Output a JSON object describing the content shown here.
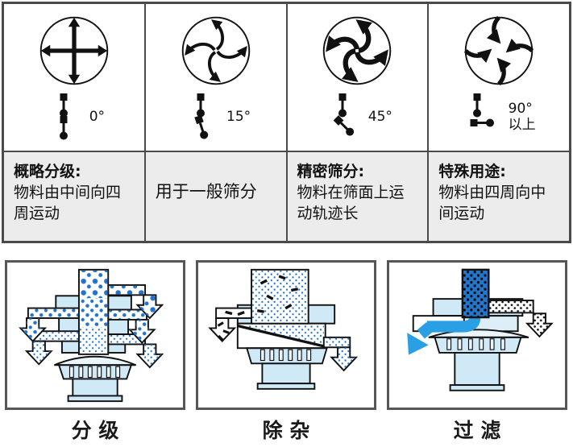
{
  "table": {
    "columns": [
      {
        "icon": "cross-arrows-icon",
        "weights_icon": "weights-0deg-icon",
        "angle": "0°",
        "angle_suffix": "",
        "heading": "概略分级:",
        "desc": "物料由中间向四周运动"
      },
      {
        "icon": "pinwheel-gentle-icon",
        "weights_icon": "weights-15deg-icon",
        "angle": "15°",
        "angle_suffix": "",
        "heading": "",
        "desc": "用于一般筛分"
      },
      {
        "icon": "pinwheel-strong-icon",
        "weights_icon": "weights-45deg-icon",
        "angle": "45°",
        "angle_suffix": "",
        "heading": "精密筛分:",
        "desc": "物料在筛面上运动轨迹长"
      },
      {
        "icon": "converge-center-icon",
        "weights_icon": "weights-90deg-icon",
        "angle": "90°",
        "angle_suffix": "以上",
        "heading": "特殊用途:",
        "desc": "物料由四周向中间运动"
      }
    ]
  },
  "applications": [
    {
      "icon": "grading-machine-diagram",
      "caption": "分 级"
    },
    {
      "icon": "impurity-removal-machine-diagram",
      "caption": "除 杂"
    },
    {
      "icon": "filtration-machine-diagram",
      "caption": "过 滤"
    }
  ],
  "colors": {
    "dot_blue": "#2273c9",
    "liquid_blue": "#2b9fe3",
    "body_blue": "#cfe9f7",
    "body_blue_light": "#e9f5fb",
    "slurry_blue": "#2277cc",
    "table_border": "#4a4a4a",
    "text_row_bg": "#ececec",
    "box_border": "#575757"
  }
}
